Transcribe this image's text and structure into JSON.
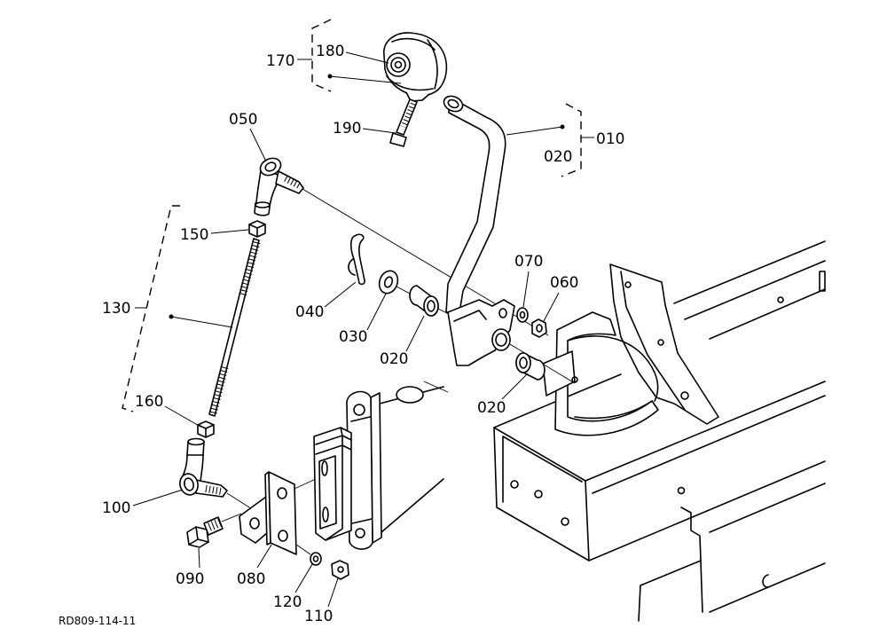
{
  "callouts": {
    "c170": "170",
    "c180": "180",
    "c190": "190",
    "c050": "050",
    "c010": "010",
    "c020_a": "020",
    "c150": "150",
    "c070": "070",
    "c060": "060",
    "c040": "040",
    "c130": "130",
    "c030": "030",
    "c020_b": "020",
    "c020_c": "020",
    "c160": "160",
    "c100": "100",
    "c090": "090",
    "c080": "080",
    "c120": "120",
    "c110": "110"
  },
  "reference_code": "RD809-114-11"
}
